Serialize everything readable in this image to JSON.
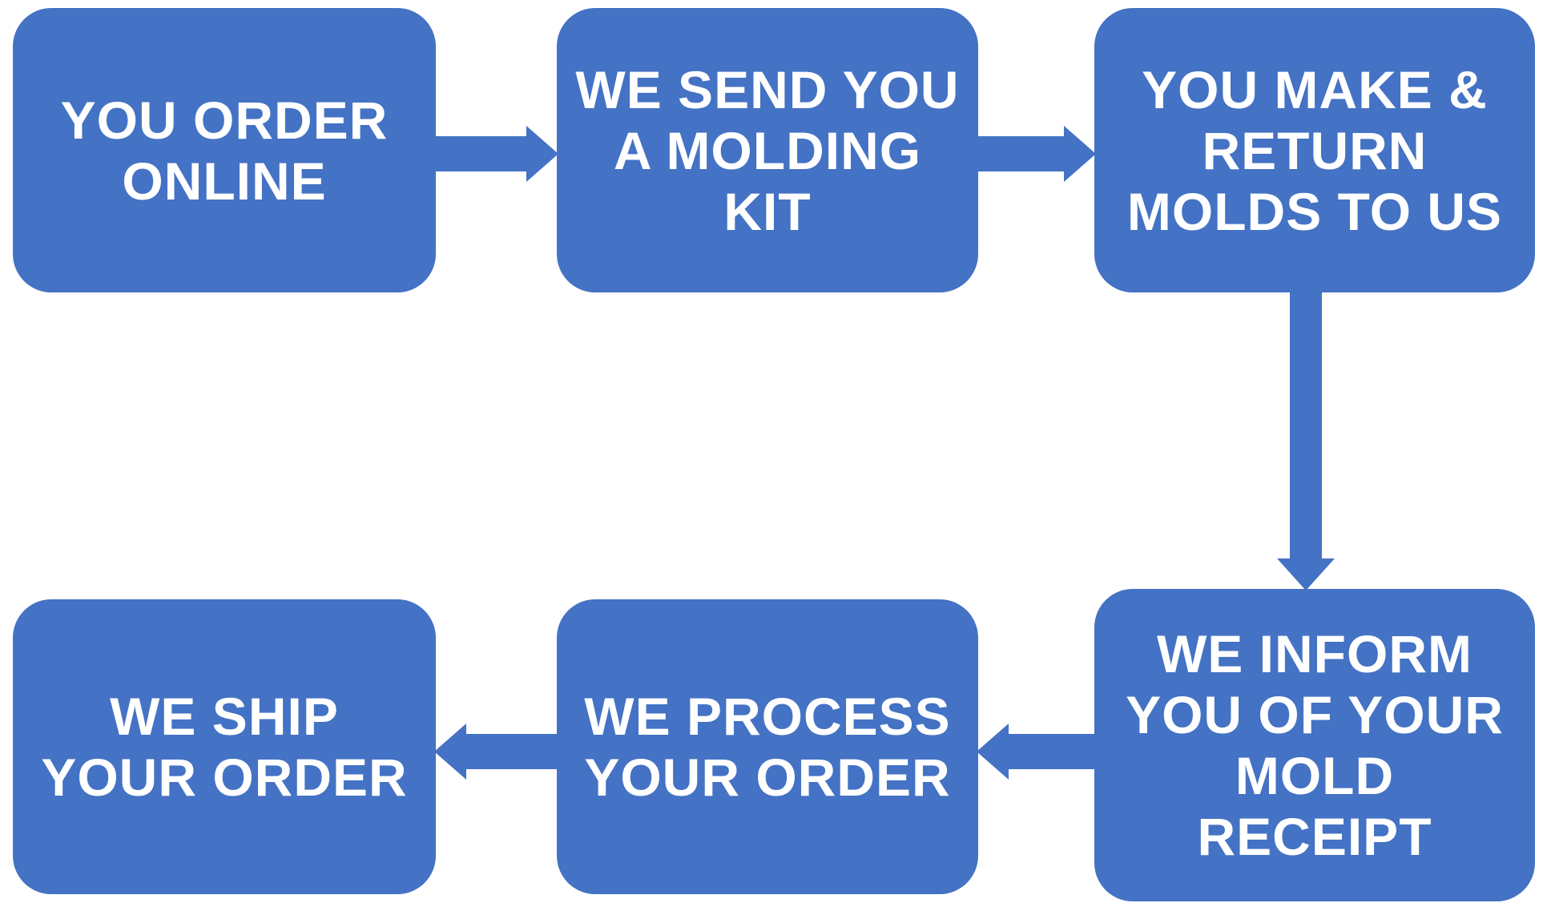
{
  "diagram": {
    "title": "Order process flowchart",
    "background": "#ffffff",
    "accent": "#4472C4",
    "text_color": "#ffffff",
    "nodes": [
      {
        "id": "order-online",
        "label": "YOU ORDER\nONLINE"
      },
      {
        "id": "send-molding-kit",
        "label": "WE SEND YOU\nA MOLDING\nKIT"
      },
      {
        "id": "make-return-molds",
        "label": "YOU MAKE &\nRETURN\nMOLDS TO US"
      },
      {
        "id": "inform-receipt",
        "label": "WE INFORM\nYOU OF YOUR\nMOLD\nRECEIPT"
      },
      {
        "id": "process-order",
        "label": "WE PROCESS\nYOUR ORDER"
      },
      {
        "id": "ship-order",
        "label": "WE SHIP\nYOUR ORDER"
      }
    ],
    "connections": [
      {
        "from": "order-online",
        "to": "send-molding-kit",
        "direction": "right"
      },
      {
        "from": "send-molding-kit",
        "to": "make-return-molds",
        "direction": "right"
      },
      {
        "from": "make-return-molds",
        "to": "inform-receipt",
        "direction": "down"
      },
      {
        "from": "inform-receipt",
        "to": "process-order",
        "direction": "left"
      },
      {
        "from": "process-order",
        "to": "ship-order",
        "direction": "left"
      }
    ]
  }
}
